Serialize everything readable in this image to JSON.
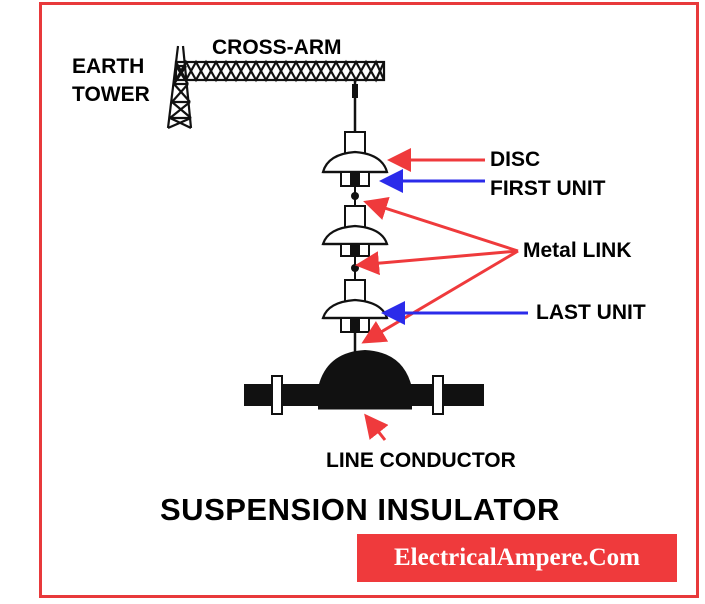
{
  "labels": {
    "earth": "EARTH",
    "tower": "TOWER",
    "cross_arm": "CROSS-ARM",
    "disc": "DISC",
    "first_unit": "FIRST UNIT",
    "metal_link": "Metal LINK",
    "last_unit": "LAST UNIT",
    "line_conductor": "LINE CONDUCTOR"
  },
  "title": "SUSPENSION INSULATOR",
  "brand": "ElectricalAmpere.Com",
  "colors": {
    "frame": "#e8393b",
    "red_arrow": "#ef3a3c",
    "blue_arrow": "#2b2bea",
    "brand_bg": "#ef3a3c"
  }
}
